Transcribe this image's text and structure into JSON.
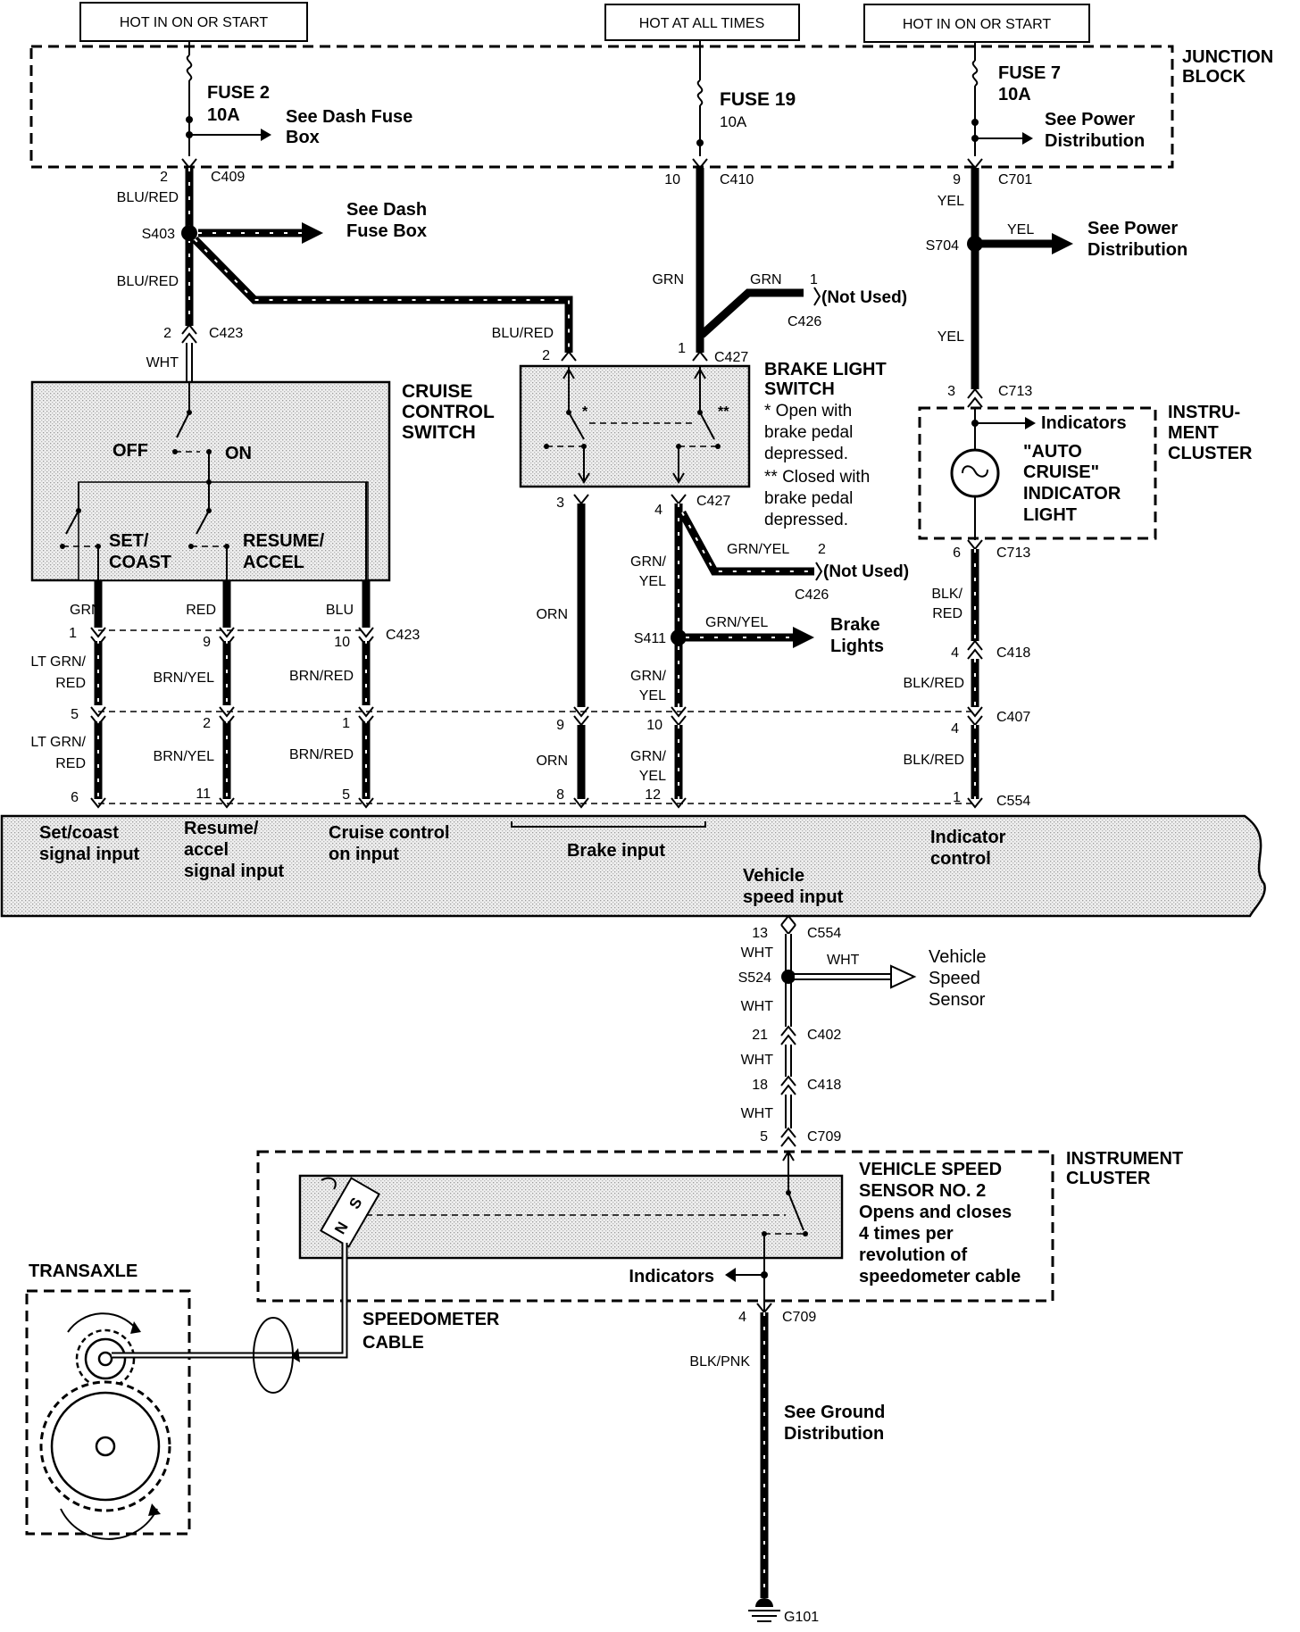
{
  "supply_labels": [
    "HOT IN ON OR START",
    "HOT AT ALL TIMES",
    "HOT IN ON OR START"
  ],
  "junction_block": {
    "title_line1": "JUNCTION",
    "title_line2": "BLOCK",
    "fuse2": {
      "name": "FUSE 2",
      "rating": "10A",
      "ref_line1": "See Dash Fuse",
      "ref_line2": "Box"
    },
    "fuse19": {
      "name": "FUSE 19",
      "rating": "10A"
    },
    "fuse7": {
      "name": "FUSE 7",
      "rating": "10A",
      "ref_line1": "See Power",
      "ref_line2": "Distribution"
    }
  },
  "connectors": {
    "c409": {
      "pin": "2",
      "name": "C409"
    },
    "c410": {
      "pin": "10",
      "name": "C410"
    },
    "c701": {
      "pin": "9",
      "name": "C701"
    },
    "c423_top": {
      "pin": "2",
      "name": "C423"
    },
    "c427_top": {
      "pin": "1",
      "name": "C427"
    },
    "c427_pin2": "2",
    "c426_top": {
      "pin": "1",
      "name": "C426"
    },
    "c713_top": {
      "pin": "3",
      "name": "C713"
    },
    "c427_bot": {
      "pin3": "3",
      "pin4": "4",
      "name": "C427"
    },
    "c426_bot": {
      "pin": "2",
      "name": "C426"
    },
    "c713_bot": {
      "pin": "6",
      "name": "C713"
    },
    "c423_bot": {
      "pin1": "1",
      "pin9": "9",
      "pin10": "10",
      "name": "C423"
    },
    "c418_mid": {
      "pin": "4",
      "name": "C418"
    },
    "c407": {
      "pins": [
        "5",
        "2",
        "1",
        "9",
        "10",
        "4"
      ],
      "name": "C407"
    },
    "c554_top": {
      "pins": [
        "6",
        "11",
        "5",
        "8",
        "12",
        "1"
      ],
      "name": "C554"
    },
    "c554_bot": {
      "pin": "13",
      "name": "C554"
    },
    "c402": {
      "pin": "21",
      "name": "C402"
    },
    "c418_low": {
      "pin": "18",
      "name": "C418"
    },
    "c709_top": {
      "pin": "5",
      "name": "C709"
    },
    "c709_bot": {
      "pin": "4",
      "name": "C709"
    }
  },
  "splices": {
    "s403": {
      "name": "S403",
      "ref_line1": "See Dash",
      "ref_line2": "Fuse Box"
    },
    "s704": {
      "name": "S704",
      "wire": "YEL",
      "ref_line1": "See Power",
      "ref_line2": "Distribution"
    },
    "s411": {
      "name": "S411",
      "wire": "GRN/YEL",
      "ref_line1": "Brake",
      "ref_line2": "Lights"
    },
    "s524": {
      "name": "S524",
      "wire": "WHT",
      "ref_line1": "Vehicle",
      "ref_line2": "Speed",
      "ref_line3": "Sensor"
    }
  },
  "wire_colors": {
    "blu_red": "BLU/RED",
    "grn": "GRN",
    "yel": "YEL",
    "wht": "WHT",
    "red": "RED",
    "blu": "BLU",
    "orn": "ORN",
    "grn_yel_l1": "GRN/",
    "grn_yel_l2": "YEL",
    "grn_yel": "GRN/YEL",
    "lt_grn_red_l1": "LT GRN/",
    "lt_grn_red_l2": "RED",
    "brn_yel": "BRN/YEL",
    "brn_red": "BRN/RED",
    "blk_red_l1": "BLK/",
    "blk_red_l2": "RED",
    "blk_red": "BLK/RED",
    "blk_pnk": "BLK/PNK"
  },
  "not_used": "(Not Used)",
  "cruise_switch": {
    "title_line1": "CRUISE",
    "title_line2": "CONTROL",
    "title_line3": "SWITCH",
    "off": "OFF",
    "on": "ON",
    "set_line1": "SET/",
    "set_line2": "COAST",
    "resume_line1": "RESUME/",
    "resume_line2": "ACCEL"
  },
  "brake_switch": {
    "title_line1": "BRAKE LIGHT",
    "title_line2": "SWITCH",
    "star1": "*",
    "star2": "**",
    "note_lines": [
      "* Open with",
      "brake pedal",
      "depressed.",
      "** Closed with",
      "brake pedal",
      "depressed."
    ]
  },
  "instrument_cluster_top": {
    "title_lines": [
      "INSTRU-",
      "MENT",
      "CLUSTER"
    ],
    "indicators": "Indicators",
    "light_lines": [
      "\"AUTO",
      "CRUISE\"",
      "INDICATOR",
      "LIGHT"
    ]
  },
  "control_module_inputs": {
    "set_coast": [
      "Set/coast",
      "signal input"
    ],
    "resume": [
      "Resume/",
      "accel",
      "signal input"
    ],
    "cruise_on": [
      "Cruise control",
      "on input"
    ],
    "brake": "Brake input",
    "vehicle_speed": [
      "Vehicle",
      "speed input"
    ],
    "indicator": [
      "Indicator",
      "control"
    ]
  },
  "instrument_cluster_bottom": {
    "title_lines": [
      "INSTRUMENT",
      "CLUSTER"
    ],
    "sensor_lines": [
      "VEHICLE SPEED",
      "SENSOR NO. 2",
      "Opens and closes",
      "4 times per",
      "revolution of",
      "speedometer cable"
    ],
    "indicators": "Indicators",
    "magnet_n": "N",
    "magnet_s": "S"
  },
  "transaxle": "TRANSAXLE",
  "speedometer_cable": [
    "SPEEDOMETER",
    "CABLE"
  ],
  "ground": {
    "ref_line1": "See Ground",
    "ref_line2": "Distribution",
    "name": "G101"
  }
}
